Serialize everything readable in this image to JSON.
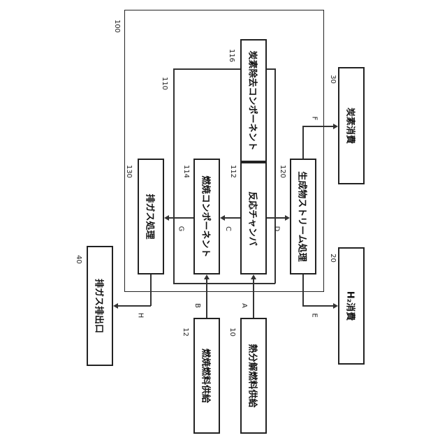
{
  "labels": {
    "ref_100": "100",
    "ref_110": "110",
    "ref_116": "116",
    "ref_130": "130",
    "ref_114": "114",
    "ref_112": "112",
    "ref_120": "120",
    "ref_30": "30",
    "ref_20": "20",
    "ref_40": "40",
    "ref_12": "12",
    "ref_10": "10"
  },
  "boxes": {
    "carbon_removal": "炭素除去コンポーネント",
    "exhaust_treatment": "排ガス処理",
    "combustion_component": "燃焼コンポーネント",
    "reaction_chamber": "反応チャンバ",
    "product_stream": "生成物ストリーム処理",
    "carbon_consumption": "炭素消費",
    "h2_consumption": "H₂消費",
    "exhaust_outlet": "排ガス排出口",
    "combustion_fuel_supply": "燃焼燃料供給",
    "pyrolysis_fuel_supply": "熱分解燃料供給"
  },
  "flows": {
    "a": "A",
    "b": "B",
    "c": "C",
    "d": "D",
    "e": "E",
    "f": "F",
    "g": "G",
    "h": "H"
  }
}
